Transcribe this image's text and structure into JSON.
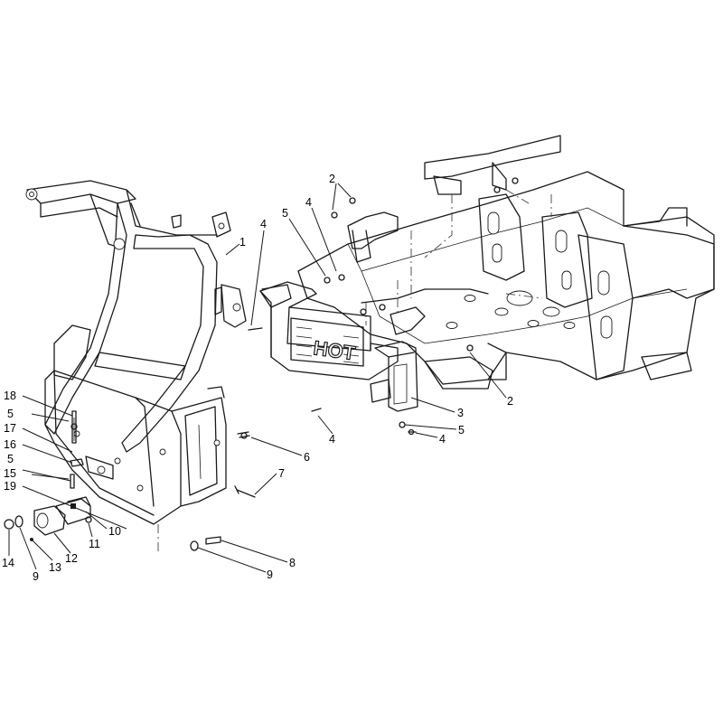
{
  "decal_text": "HOT",
  "callouts": [
    {
      "id": "c1",
      "text": "1"
    },
    {
      "id": "c2a",
      "text": "2"
    },
    {
      "id": "c2b",
      "text": "2"
    },
    {
      "id": "c3",
      "text": "3"
    },
    {
      "id": "c4a",
      "text": "4"
    },
    {
      "id": "c4b",
      "text": "4"
    },
    {
      "id": "c4c",
      "text": "4"
    },
    {
      "id": "c4d",
      "text": "4"
    },
    {
      "id": "c5a",
      "text": "5"
    },
    {
      "id": "c5b",
      "text": "5"
    },
    {
      "id": "c5c",
      "text": "5"
    },
    {
      "id": "c5d",
      "text": "5"
    },
    {
      "id": "c6",
      "text": "6"
    },
    {
      "id": "c7",
      "text": "7"
    },
    {
      "id": "c8",
      "text": "8"
    },
    {
      "id": "c9a",
      "text": "9"
    },
    {
      "id": "c9b",
      "text": "9"
    },
    {
      "id": "c10",
      "text": "10"
    },
    {
      "id": "c11",
      "text": "11"
    },
    {
      "id": "c12",
      "text": "12"
    },
    {
      "id": "c13",
      "text": "13"
    },
    {
      "id": "c14",
      "text": "14"
    },
    {
      "id": "c15",
      "text": "15"
    },
    {
      "id": "c16",
      "text": "16"
    },
    {
      "id": "c17",
      "text": "17"
    },
    {
      "id": "c18",
      "text": "18"
    },
    {
      "id": "c19",
      "text": "19"
    }
  ]
}
